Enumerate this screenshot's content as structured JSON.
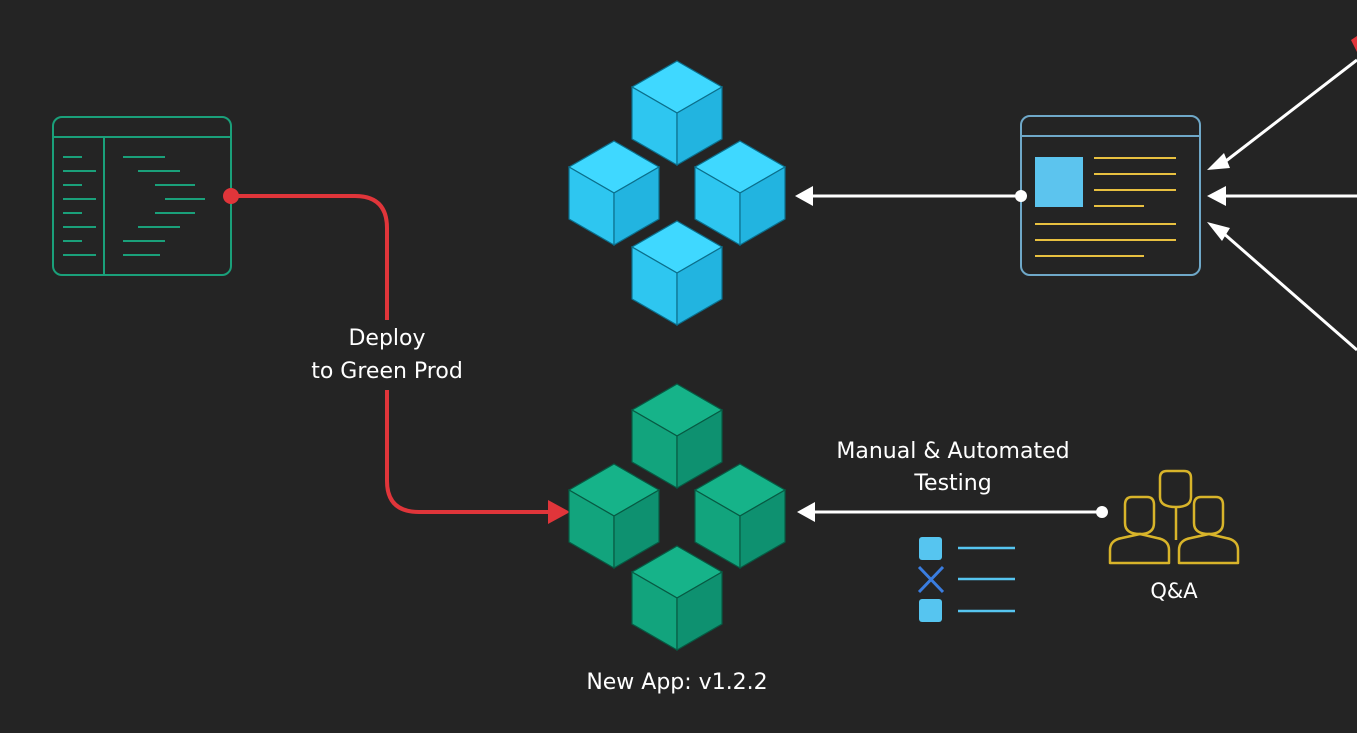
{
  "labels": {
    "deploy_line1": "Deploy",
    "deploy_line2": "to Green Prod",
    "testing_line1": "Manual & Automated",
    "testing_line2": "Testing",
    "qa": "Q&A",
    "new_app": "New App: v1.2.2"
  },
  "colors": {
    "background": "#242424",
    "code_window": "#1aa07a",
    "blue_cube_top": "#3fd8ff",
    "blue_cube_left": "#2ec6f0",
    "blue_cube_right": "#22b4e0",
    "green_cube_top": "#16b389",
    "green_cube_left": "#12a47d",
    "green_cube_right": "#0e9170",
    "deploy_arrow": "#e0353a",
    "arrows": "#ffffff",
    "browser_frame": "#6fa8c8",
    "browser_image": "#5cc4ee",
    "browser_text": "#e8c040",
    "qa_people": "#d8b42a",
    "checklist_box": "#56c5f0",
    "checklist_cross": "#3a7de0"
  },
  "icons": [
    "code-window-icon",
    "blue-cube-cluster-icon",
    "green-cube-cluster-icon",
    "browser-page-icon",
    "qa-team-icon",
    "checklist-icon"
  ]
}
